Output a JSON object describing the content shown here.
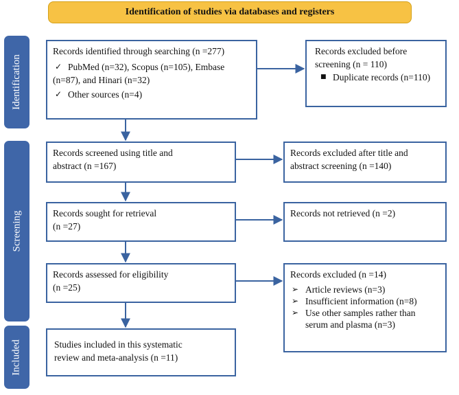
{
  "header": {
    "title": "Identification of studies via databases and registers"
  },
  "phases": {
    "identification": "Identification",
    "screening": "Screening",
    "included": "Included"
  },
  "boxes": {
    "identified": {
      "title": "Records identified through searching (n =277)",
      "items": [
        {
          "line1": "PubMed (n=32), Scopus (n=105), Embase",
          "line2": "(n=87), and Hinari (n=32)"
        },
        {
          "line1": "Other sources (n=4)"
        }
      ]
    },
    "excluded_before": {
      "line1": "Records excluded before",
      "line2": "screening (n = 110)",
      "items": [
        "Duplicate records (n=110)"
      ]
    },
    "screened": {
      "line1": "Records screened using title and",
      "line2": "abstract (n =167)"
    },
    "excluded_title": {
      "line1": "Records excluded after title and",
      "line2": "abstract screening (n =140)"
    },
    "sought": {
      "line1": "Records sought for retrieval",
      "line2": "(n =27)"
    },
    "not_retrieved": {
      "line1": "Records not retrieved (n =2)"
    },
    "assessed": {
      "line1": "Records assessed for eligibility",
      "line2": "(n =25)"
    },
    "excluded_final": {
      "title": "Records excluded (n =14)",
      "items": [
        {
          "line1": "Article reviews (n=3)"
        },
        {
          "line1": "Insufficient information (n=8)"
        },
        {
          "line1": "Use other samples rather than",
          "line2": "serum and plasma (n=3)"
        }
      ]
    },
    "included": {
      "line1": "Studies included in this systematic",
      "line2": "review and meta-analysis (n =11)"
    }
  },
  "colors": {
    "accent": "#3a63a0",
    "phase_bg": "#3f66a8",
    "banner_bg": "#f7c244"
  },
  "icons": {
    "check": "checkmark-icon",
    "square": "square-bullet-icon",
    "arrow": "arrow-bullet-icon"
  }
}
